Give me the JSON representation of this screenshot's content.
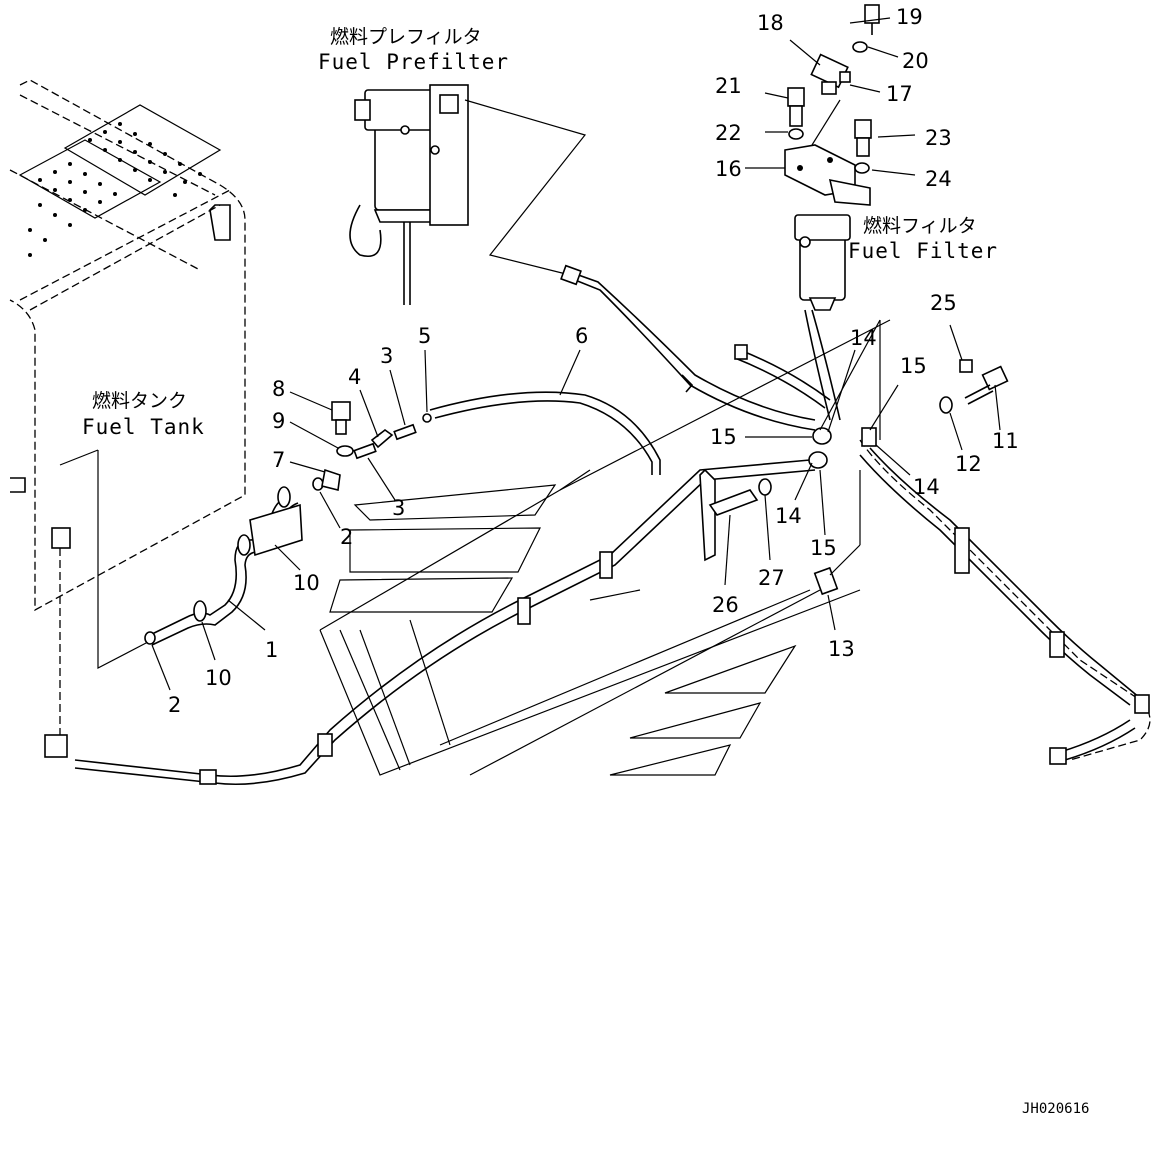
{
  "labels": {
    "prefilter_jp": "燃料プレフィルタ",
    "prefilter_en": "Fuel Prefilter",
    "filter_jp": "燃料フィルタ",
    "filter_en": "Fuel Filter",
    "tank_jp": "燃料タンク",
    "tank_en": "Fuel Tank"
  },
  "callouts": {
    "p1": "1",
    "p2a": "2",
    "p2b": "2",
    "p3a": "3",
    "p3b": "3",
    "p4": "4",
    "p5": "5",
    "p6": "6",
    "p7": "7",
    "p8": "8",
    "p9": "9",
    "p10a": "10",
    "p10b": "10",
    "p11": "11",
    "p12": "12",
    "p13": "13",
    "p14a": "14",
    "p14b": "14",
    "p14c": "14",
    "p15a": "15",
    "p15b": "15",
    "p15c": "15",
    "p16": "16",
    "p17": "17",
    "p18": "18",
    "p19": "19",
    "p20": "20",
    "p21": "21",
    "p22": "22",
    "p23": "23",
    "p24": "24",
    "p25": "25",
    "p26": "26",
    "p27": "27"
  },
  "drawing_code": "JH020616"
}
